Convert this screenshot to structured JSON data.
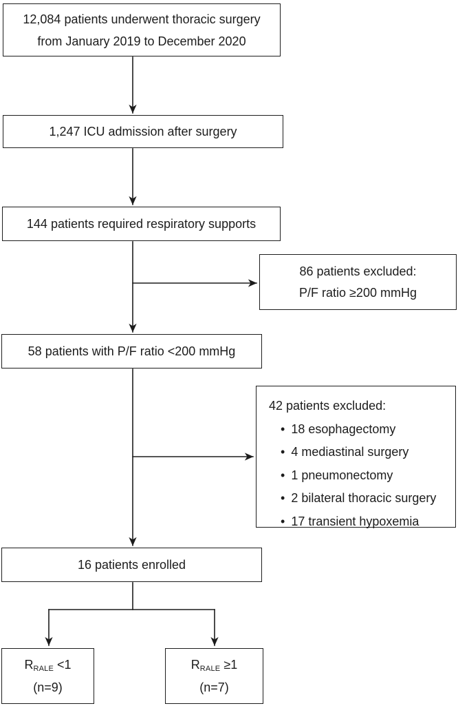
{
  "diagram": {
    "bullet": "•",
    "colors": {
      "line": "#1c1c1c",
      "box_border": "#1c1c1c",
      "background": "#ffffff",
      "text": "#1c1c1c"
    },
    "box_total": {
      "line1": "12,084 patients underwent thoracic surgery",
      "line2": "from January 2019 to December 2020"
    },
    "box_icu": {
      "label": "1,247 ICU admission after surgery"
    },
    "box_resp": {
      "label": "144 patients required respiratory supports"
    },
    "excl_pf": {
      "line1": "86 patients excluded:",
      "line2": "P/F ratio ≥200 mmHg"
    },
    "box_pf_low": {
      "label": "58 patients with P/F ratio <200 mmHg"
    },
    "excl_other": {
      "title": "42 patients excluded:",
      "items": [
        "18 esophagectomy",
        "4 mediastinal surgery",
        "1 pneumonectomy",
        "2 bilateral thoracic surgery",
        "17 transient hypoxemia"
      ]
    },
    "box_enrolled": {
      "label": "16 patients enrolled"
    },
    "box_rale_low": {
      "r": "R",
      "sub": "RALE",
      "op": " <1",
      "n": "(n=9)"
    },
    "box_rale_high": {
      "r": "R",
      "sub": "RALE",
      "op": " ≥1",
      "n": "(n=7)"
    }
  }
}
